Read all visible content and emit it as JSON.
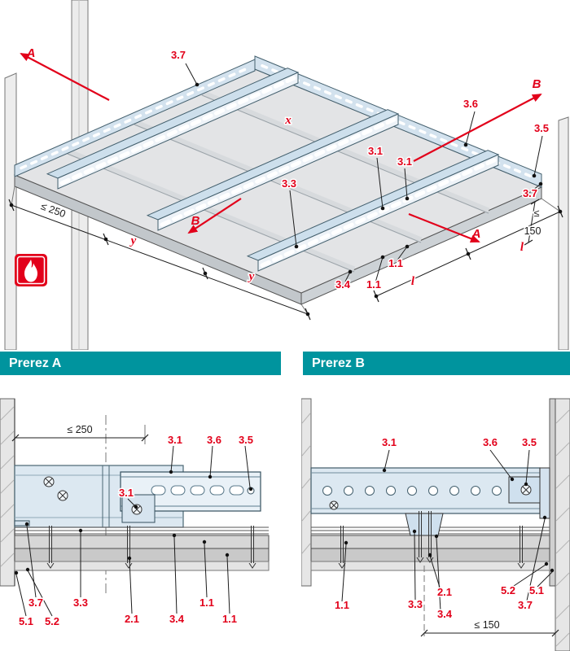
{
  "colors": {
    "accent_red": "#e2001a",
    "teal_header": "#00949e"
  },
  "icons": {
    "fire": "fire-resistance-icon"
  },
  "headers": {
    "a": "Prerez A",
    "b": "Prerez B"
  },
  "iso": {
    "markers": {
      "a_top": "A",
      "b_top": "B",
      "b_bottom": "B",
      "a_bottom": "A"
    },
    "dims": {
      "max250": "≤ 250",
      "le": "≤",
      "n150": "150",
      "x": "x",
      "y1": "y",
      "y2": "y",
      "l1": "l",
      "l2": "l"
    },
    "callouts": {
      "c37_top": "3.7",
      "c36": "3.6",
      "c35": "3.5",
      "c31_a": "3.1",
      "c31_b": "3.1",
      "c33": "3.3",
      "c37_right": "3.7",
      "c11_a": "1.1",
      "c11_b": "1.1",
      "c34": "3.4"
    }
  },
  "section_a": {
    "dim_max250": "≤ 250",
    "callouts": {
      "c31_top": "3.1",
      "c36": "3.6",
      "c35": "3.5",
      "c31_mid": "3.1",
      "c37": "3.7",
      "c51": "5.1",
      "c52": "5.2",
      "c33": "3.3",
      "c21": "2.1",
      "c34": "3.4",
      "c11_a": "1.1",
      "c11_b": "1.1"
    }
  },
  "section_b": {
    "dim_max150": "≤ 150",
    "callouts": {
      "c31": "3.1",
      "c36": "3.6",
      "c35": "3.5",
      "c11": "1.1",
      "c33": "3.3",
      "c21": "2.1",
      "c34": "3.4",
      "c52": "5.2",
      "c51": "5.1",
      "c37": "3.7"
    }
  }
}
